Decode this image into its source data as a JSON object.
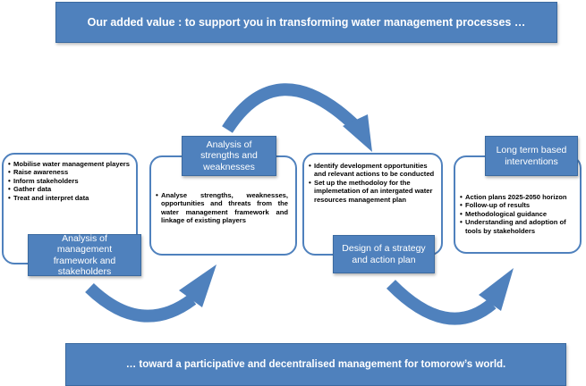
{
  "top_banner": {
    "text": "Our added value : to support you in transforming water management  processes …"
  },
  "bottom_banner": {
    "text": "… toward a participative and decentralised management for tomorow’s world."
  },
  "steps": [
    {
      "label": "Analysis of management framework and stakeholders",
      "items": [
        "Mobilise water management players",
        "Raise awareness",
        "Inform stakeholders",
        "Gather data",
        "Treat and interpret data"
      ]
    },
    {
      "label": "Analysis of strengths and weaknesses",
      "items": [
        "Analyse strengths, weaknesses, opportunities and threats from the water management framework and linkage of existing players"
      ]
    },
    {
      "label": "Design of a strategy and action plan",
      "items": [
        "Identify development opportunities and relevant actions to be conducted",
        "Set up the methodoloy for the implemetation of an intergated water resources management plan"
      ]
    },
    {
      "label": "Long term based interventions",
      "items": [
        "Action plans 2025-2050 horizon",
        "Follow-up of results",
        "Methodological guidance",
        "Understanding and adoption of tools by stakeholders"
      ]
    }
  ],
  "colors": {
    "accent": "#4f81bd",
    "border": "#3b6aa0",
    "text_on_accent": "#ffffff"
  }
}
